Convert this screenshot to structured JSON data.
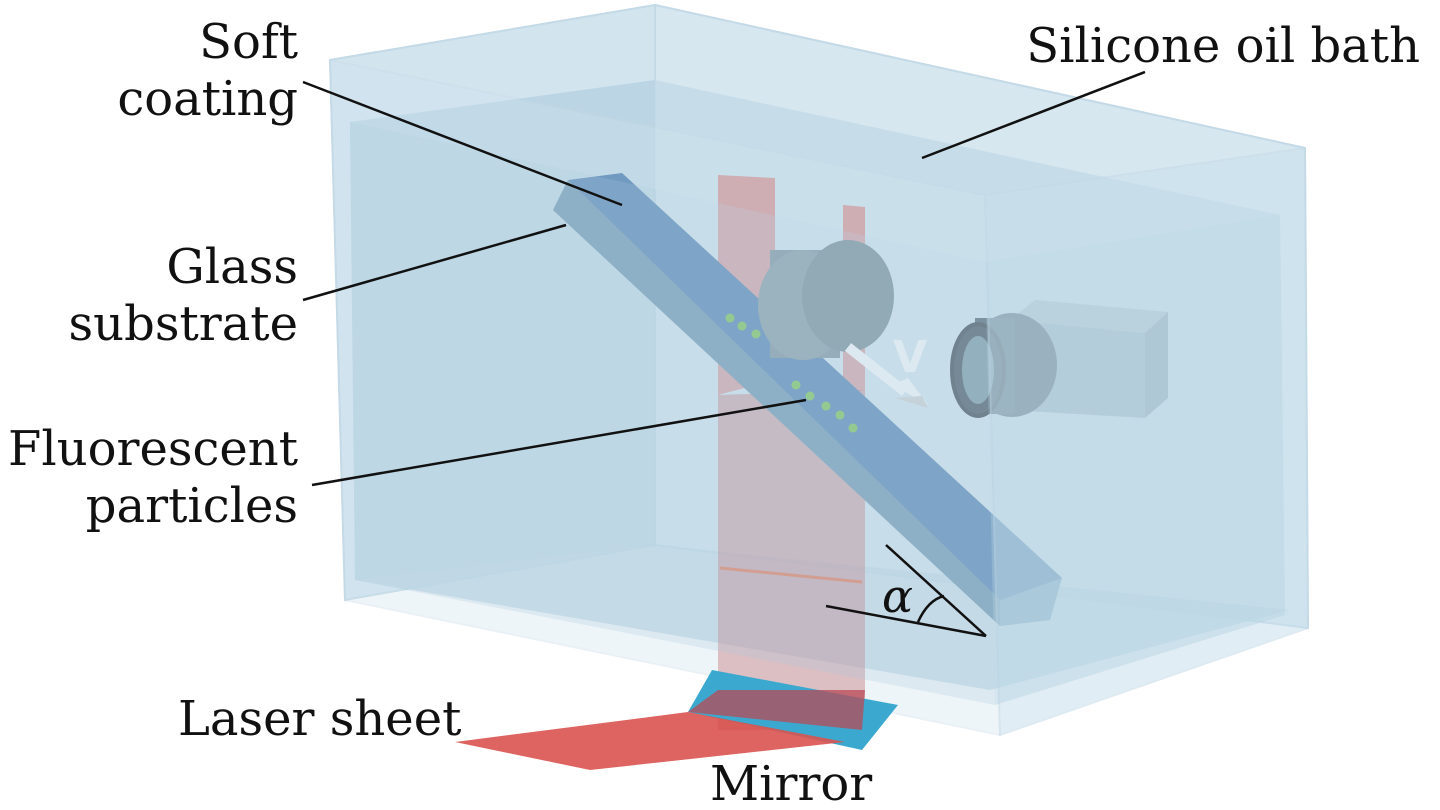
{
  "labels": {
    "soft_coating_line1": "Soft",
    "soft_coating_line2": "coating",
    "silicone_oil_bath": "Silicone oil bath",
    "glass_substrate_line1": "Glass",
    "glass_substrate_line2": "substrate",
    "fluorescent_particles_line1": "Fluorescent",
    "fluorescent_particles_line2": "particles",
    "laser_sheet": "Laser sheet",
    "mirror": "Mirror",
    "velocity": "V",
    "angle": "α"
  },
  "colors": {
    "bath_glass": "#cfe3ee",
    "bath_edge": "#b8d2e0",
    "oil": "#a9c9dc",
    "soft_coating": "#3f73a8",
    "glass_substrate": "#6f9bb5",
    "laser": "#d9534f",
    "particles": "#6abf3a",
    "cylinder": "#7a8f99",
    "camera": "#8fa3ad",
    "mirror": "#3ba9cf"
  }
}
